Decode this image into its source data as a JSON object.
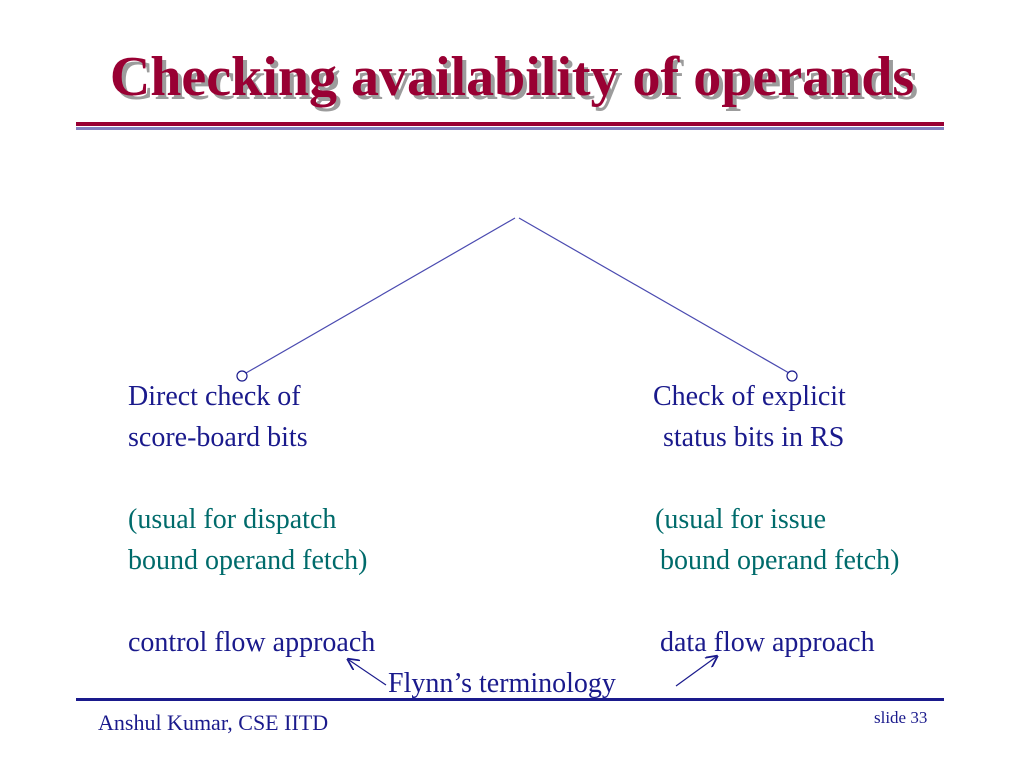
{
  "slide": {
    "title": "Checking availability of operands",
    "colors": {
      "title": "#990033",
      "title_shadow": "#9c9c9c",
      "rule_top": "#990033",
      "rule_bottom": "#1a1a8c",
      "text": "#1a1a8c",
      "accent": "#006b6b",
      "line": "#4a4ab0"
    },
    "left": {
      "line1": "Direct check of",
      "line2": "score-board bits",
      "note1": "(usual for dispatch",
      "note2": "bound operand fetch)",
      "approach": "control flow approach"
    },
    "right": {
      "line1": "Check of explicit",
      "line2": "status bits in RS",
      "note1": "(usual for issue",
      "note2": "bound operand fetch)",
      "approach": "data flow approach"
    },
    "annotation": "Flynn’s terminology",
    "footer": {
      "author": "Anshul Kumar, CSE IITD",
      "slide_number": "slide 33"
    }
  }
}
